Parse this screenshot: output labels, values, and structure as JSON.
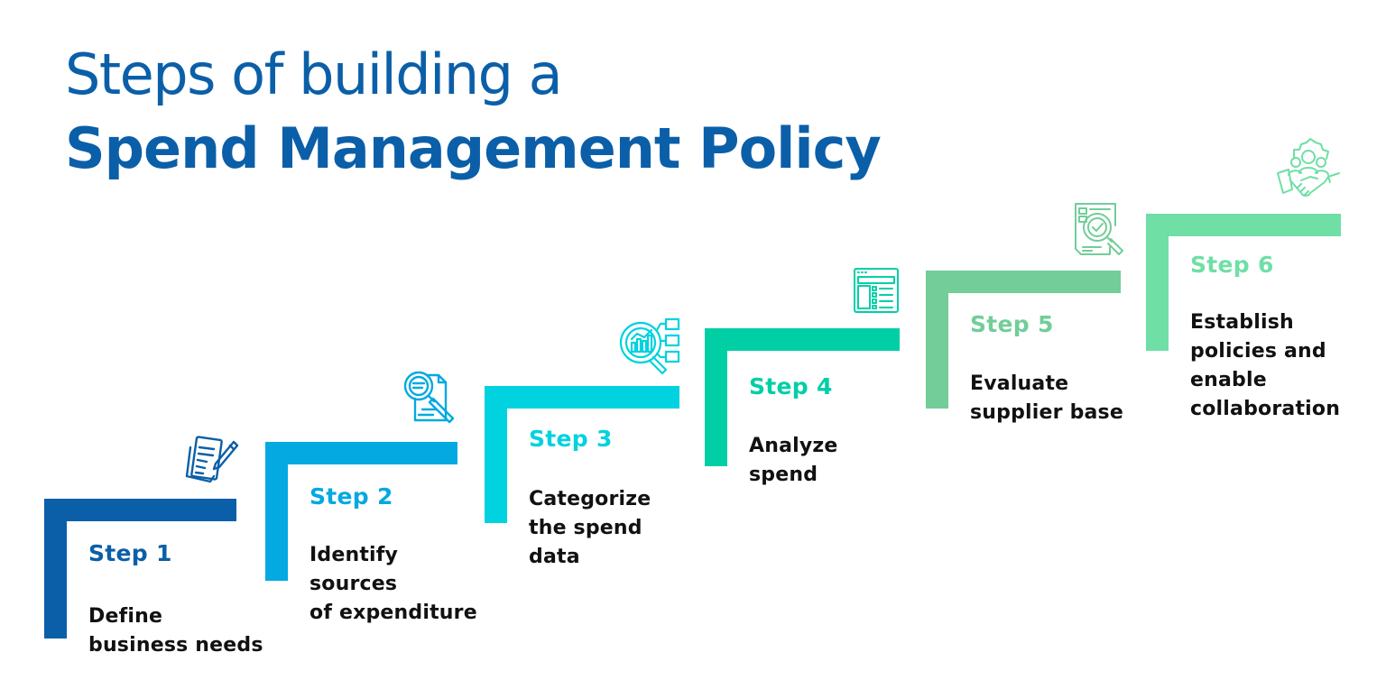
{
  "title": {
    "line1": "Steps of building a",
    "line2": "Spend Management Policy",
    "color": "#0B5FA8"
  },
  "steps": [
    {
      "label": "Step 1",
      "description": "Define\nbusiness needs",
      "color": "#0B5FA8",
      "icon": "document-pencil-icon"
    },
    {
      "label": "Step 2",
      "description": "Identify\nsources\nof expenditure",
      "color": "#03A9E0",
      "icon": "document-magnifier-icon"
    },
    {
      "label": "Step 3",
      "description": "Categorize\nthe spend\ndata",
      "color": "#00D2DF",
      "icon": "chart-magnifier-icon"
    },
    {
      "label": "Step 4",
      "description": "Analyze\nspend",
      "color": "#00CFA6",
      "icon": "dashboard-window-icon"
    },
    {
      "label": "Step 5",
      "description": "Evaluate\nsupplier base",
      "color": "#72CD99",
      "icon": "document-checkmark-magnifier-icon"
    },
    {
      "label": "Step 6",
      "description": "Establish\npolicies and\nenable\ncollaboration",
      "color": "#6FDFA5",
      "icon": "team-handshake-gear-icon"
    }
  ]
}
